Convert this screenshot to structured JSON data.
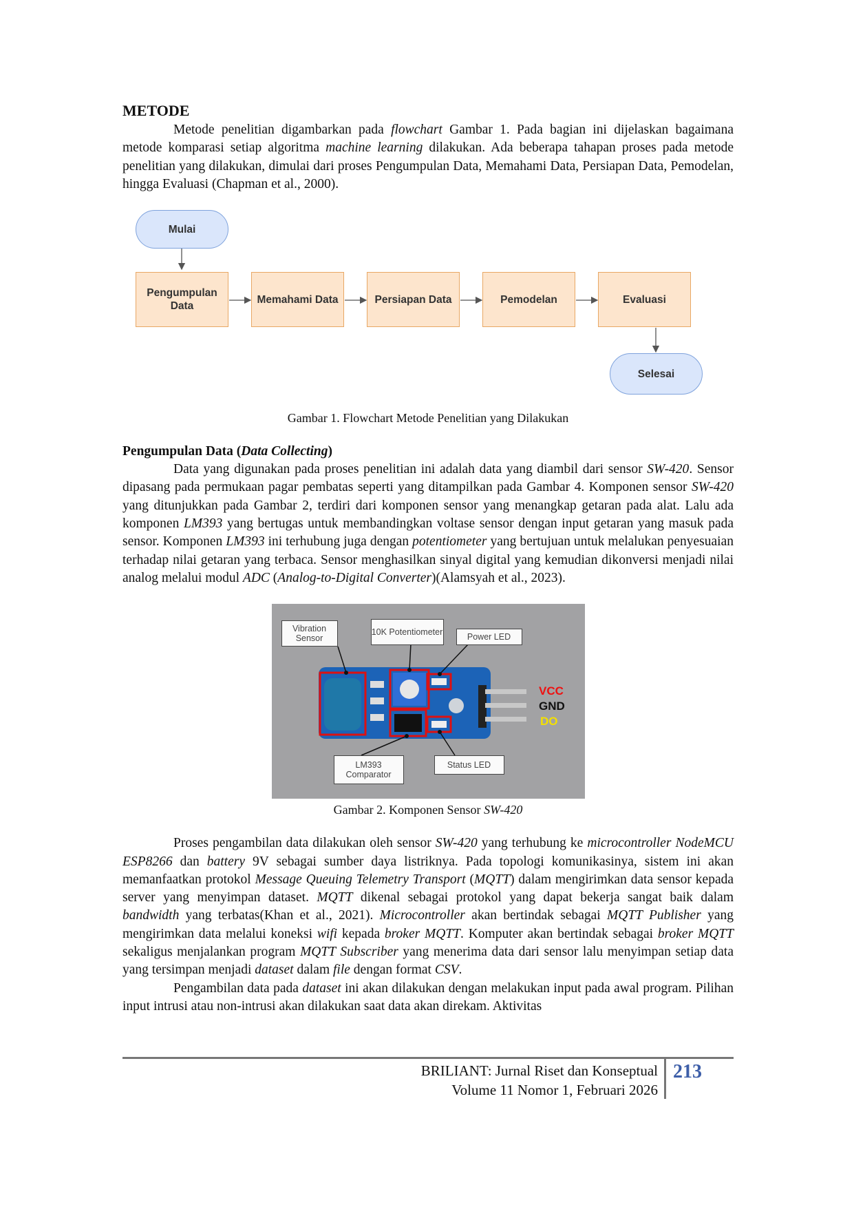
{
  "section_title": "METODE",
  "para1": [
    "Metode penelitian digambarkan pada ",
    "flowchart",
    " Gambar 1. Pada bagian ini dijelaskan bagaimana metode komparasi setiap algoritma ",
    "machine learning",
    " dilakukan. Ada beberapa tahapan proses pada metode penelitian yang dilakukan, dimulai dari proses Pengumpulan Data, Memahami Data, Persiapan Data, Pemodelan, hingga Evaluasi (Chapman et al., 2000)."
  ],
  "flowchart": {
    "start": "Mulai",
    "steps": [
      "Pengumpulan Data",
      "Memahami Data",
      "Persiapan Data",
      "Pemodelan",
      "Evaluasi"
    ],
    "end": "Selesai"
  },
  "figure1_caption": "Gambar 1. Flowchart Metode Penelitian yang Dilakukan",
  "subsection_title": [
    "Pengumpulan Data (",
    "Data Collecting",
    ")"
  ],
  "para2": [
    "Data yang digunakan pada proses penelitian ini adalah data yang diambil dari sensor ",
    "SW-420",
    ". Sensor dipasang pada permukaan pagar pembatas seperti yang ditampilkan pada Gambar 4. Komponen sensor ",
    "SW-420",
    " yang ditunjukkan pada Gambar 2, terdiri dari komponen sensor yang menangkap getaran pada alat. Lalu ada komponen ",
    "LM393",
    " yang bertugas untuk membandingkan voltase sensor dengan input getaran yang masuk pada sensor. Komponen ",
    "LM393",
    " ini terhubung juga dengan ",
    "potentiometer",
    " yang bertujuan untuk melalukan penyesuaian terhadap nilai getaran yang terbaca. Sensor menghasilkan sinyal digital yang kemudian dikonversi menjadi nilai analog melalui modul ",
    "ADC",
    " (",
    "Analog-to-Digital Converter",
    ")(Alamsyah et al., 2023)."
  ],
  "photo_labels": {
    "vibration": "Vibration Sensor",
    "pot": "10K Potentiometer",
    "power_led": "Power LED",
    "lm393": "LM393 Comparator",
    "status_led": "Status LED",
    "vcc": "VCC",
    "gnd": "GND",
    "do": "DO"
  },
  "figure2_caption": [
    "Gambar 2. Komponen Sensor ",
    "SW-420"
  ],
  "para3": [
    "Proses pengambilan data dilakukan oleh sensor ",
    "SW-420",
    " yang terhubung ke ",
    "microcontroller NodeMCU ESP8266",
    " dan ",
    "battery",
    " 9V sebagai sumber daya listriknya. Pada topologi komunikasinya, sistem ini akan memanfaatkan protokol ",
    "Message Queuing Telemetry Transport",
    " (",
    "MQTT",
    ") dalam mengirimkan data sensor kepada server yang menyimpan dataset. ",
    "MQTT",
    " dikenal sebagai protokol yang dapat bekerja sangat baik dalam ",
    "bandwidth",
    " yang terbatas(Khan et al., 2021). ",
    "Microcontroller",
    " akan bertindak sebagai ",
    "MQTT Publisher",
    " yang mengirimkan data melalui koneksi ",
    "wifi",
    " kepada ",
    "broker MQTT",
    ". Komputer akan bertindak sebagai ",
    "broker MQTT",
    " sekaligus menjalankan program ",
    "MQTT Subscriber",
    " yang menerima data dari sensor lalu menyimpan setiap data yang tersimpan menjadi ",
    "dataset",
    " dalam ",
    "file",
    " dengan format ",
    "CSV",
    "."
  ],
  "para4": [
    "Pengambilan data pada ",
    "dataset",
    " ini akan dilakukan dengan melakukan input pada awal program. Pilihan input intrusi atau non-intrusi akan dilakukan saat data akan direkam. Aktivitas"
  ],
  "footer": {
    "journal": "BRILIANT: Jurnal Riset dan Konseptual",
    "volume": "Volume 11 Nomor 1, Februari 2026",
    "page_number": "213"
  }
}
